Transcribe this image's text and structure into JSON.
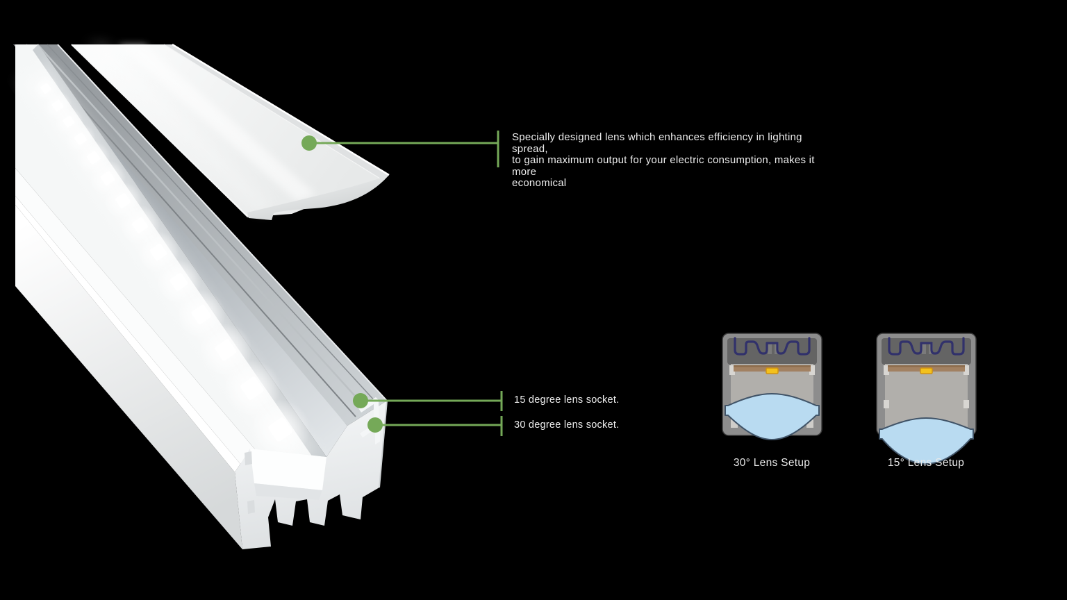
{
  "background": "#000000",
  "accent_green": "#75a958",
  "callouts": {
    "lens_note": {
      "lines": [
        "Specially designed lens which enhances efficiency in lighting spread,",
        "to gain maximum output for your electric consumption, makes it more",
        "economical"
      ]
    },
    "socket_15": {
      "label": "15 degree lens socket."
    },
    "socket_30": {
      "label": "30 degree lens socket."
    }
  },
  "diagrams": {
    "setup_30": {
      "label": "30° Lens Setup"
    },
    "setup_15": {
      "label": "15° Lens Setup"
    }
  },
  "illustration_colors": {
    "diagram_lens_blue": "#b9dbf1",
    "diagram_clip_navy": "#31316b",
    "diagram_pcb_tan": "#a28162",
    "diagram_led_yellow": "#f3c11d",
    "text": "#ededed"
  }
}
